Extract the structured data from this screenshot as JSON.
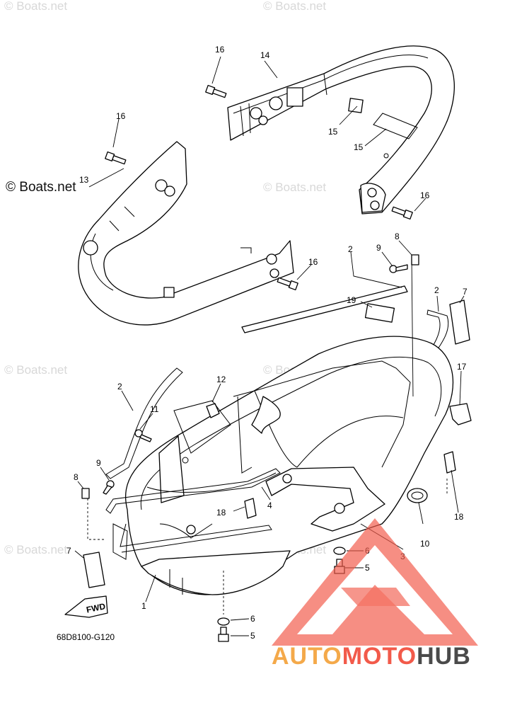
{
  "watermark": "© Boats.net",
  "copyright_label": "© Boats.net",
  "diagram_code": "68D8100-G120",
  "fwd_label": "FWD",
  "brand": {
    "part_a": "AUTO",
    "part_b": "MOTO",
    "part_c": "HUB",
    "accent_color": "#f25a4a",
    "orange": "#f4a94a",
    "dark": "#4a4a4a"
  },
  "callouts": [
    {
      "label": "16"
    },
    {
      "label": "14"
    },
    {
      "label": "16"
    },
    {
      "label": "15"
    },
    {
      "label": "15"
    },
    {
      "label": "13"
    },
    {
      "label": "16"
    },
    {
      "label": "8"
    },
    {
      "label": "9"
    },
    {
      "label": "2"
    },
    {
      "label": "16"
    },
    {
      "label": "19"
    },
    {
      "label": "2"
    },
    {
      "label": "7"
    },
    {
      "label": "12"
    },
    {
      "label": "17"
    },
    {
      "label": "2"
    },
    {
      "label": "11"
    },
    {
      "label": "9"
    },
    {
      "label": "8"
    },
    {
      "label": "4"
    },
    {
      "label": "18"
    },
    {
      "label": "18"
    },
    {
      "label": "10"
    },
    {
      "label": "6"
    },
    {
      "label": "5"
    },
    {
      "label": "3"
    },
    {
      "label": "7"
    },
    {
      "label": "1"
    },
    {
      "label": "6"
    },
    {
      "label": "5"
    }
  ]
}
